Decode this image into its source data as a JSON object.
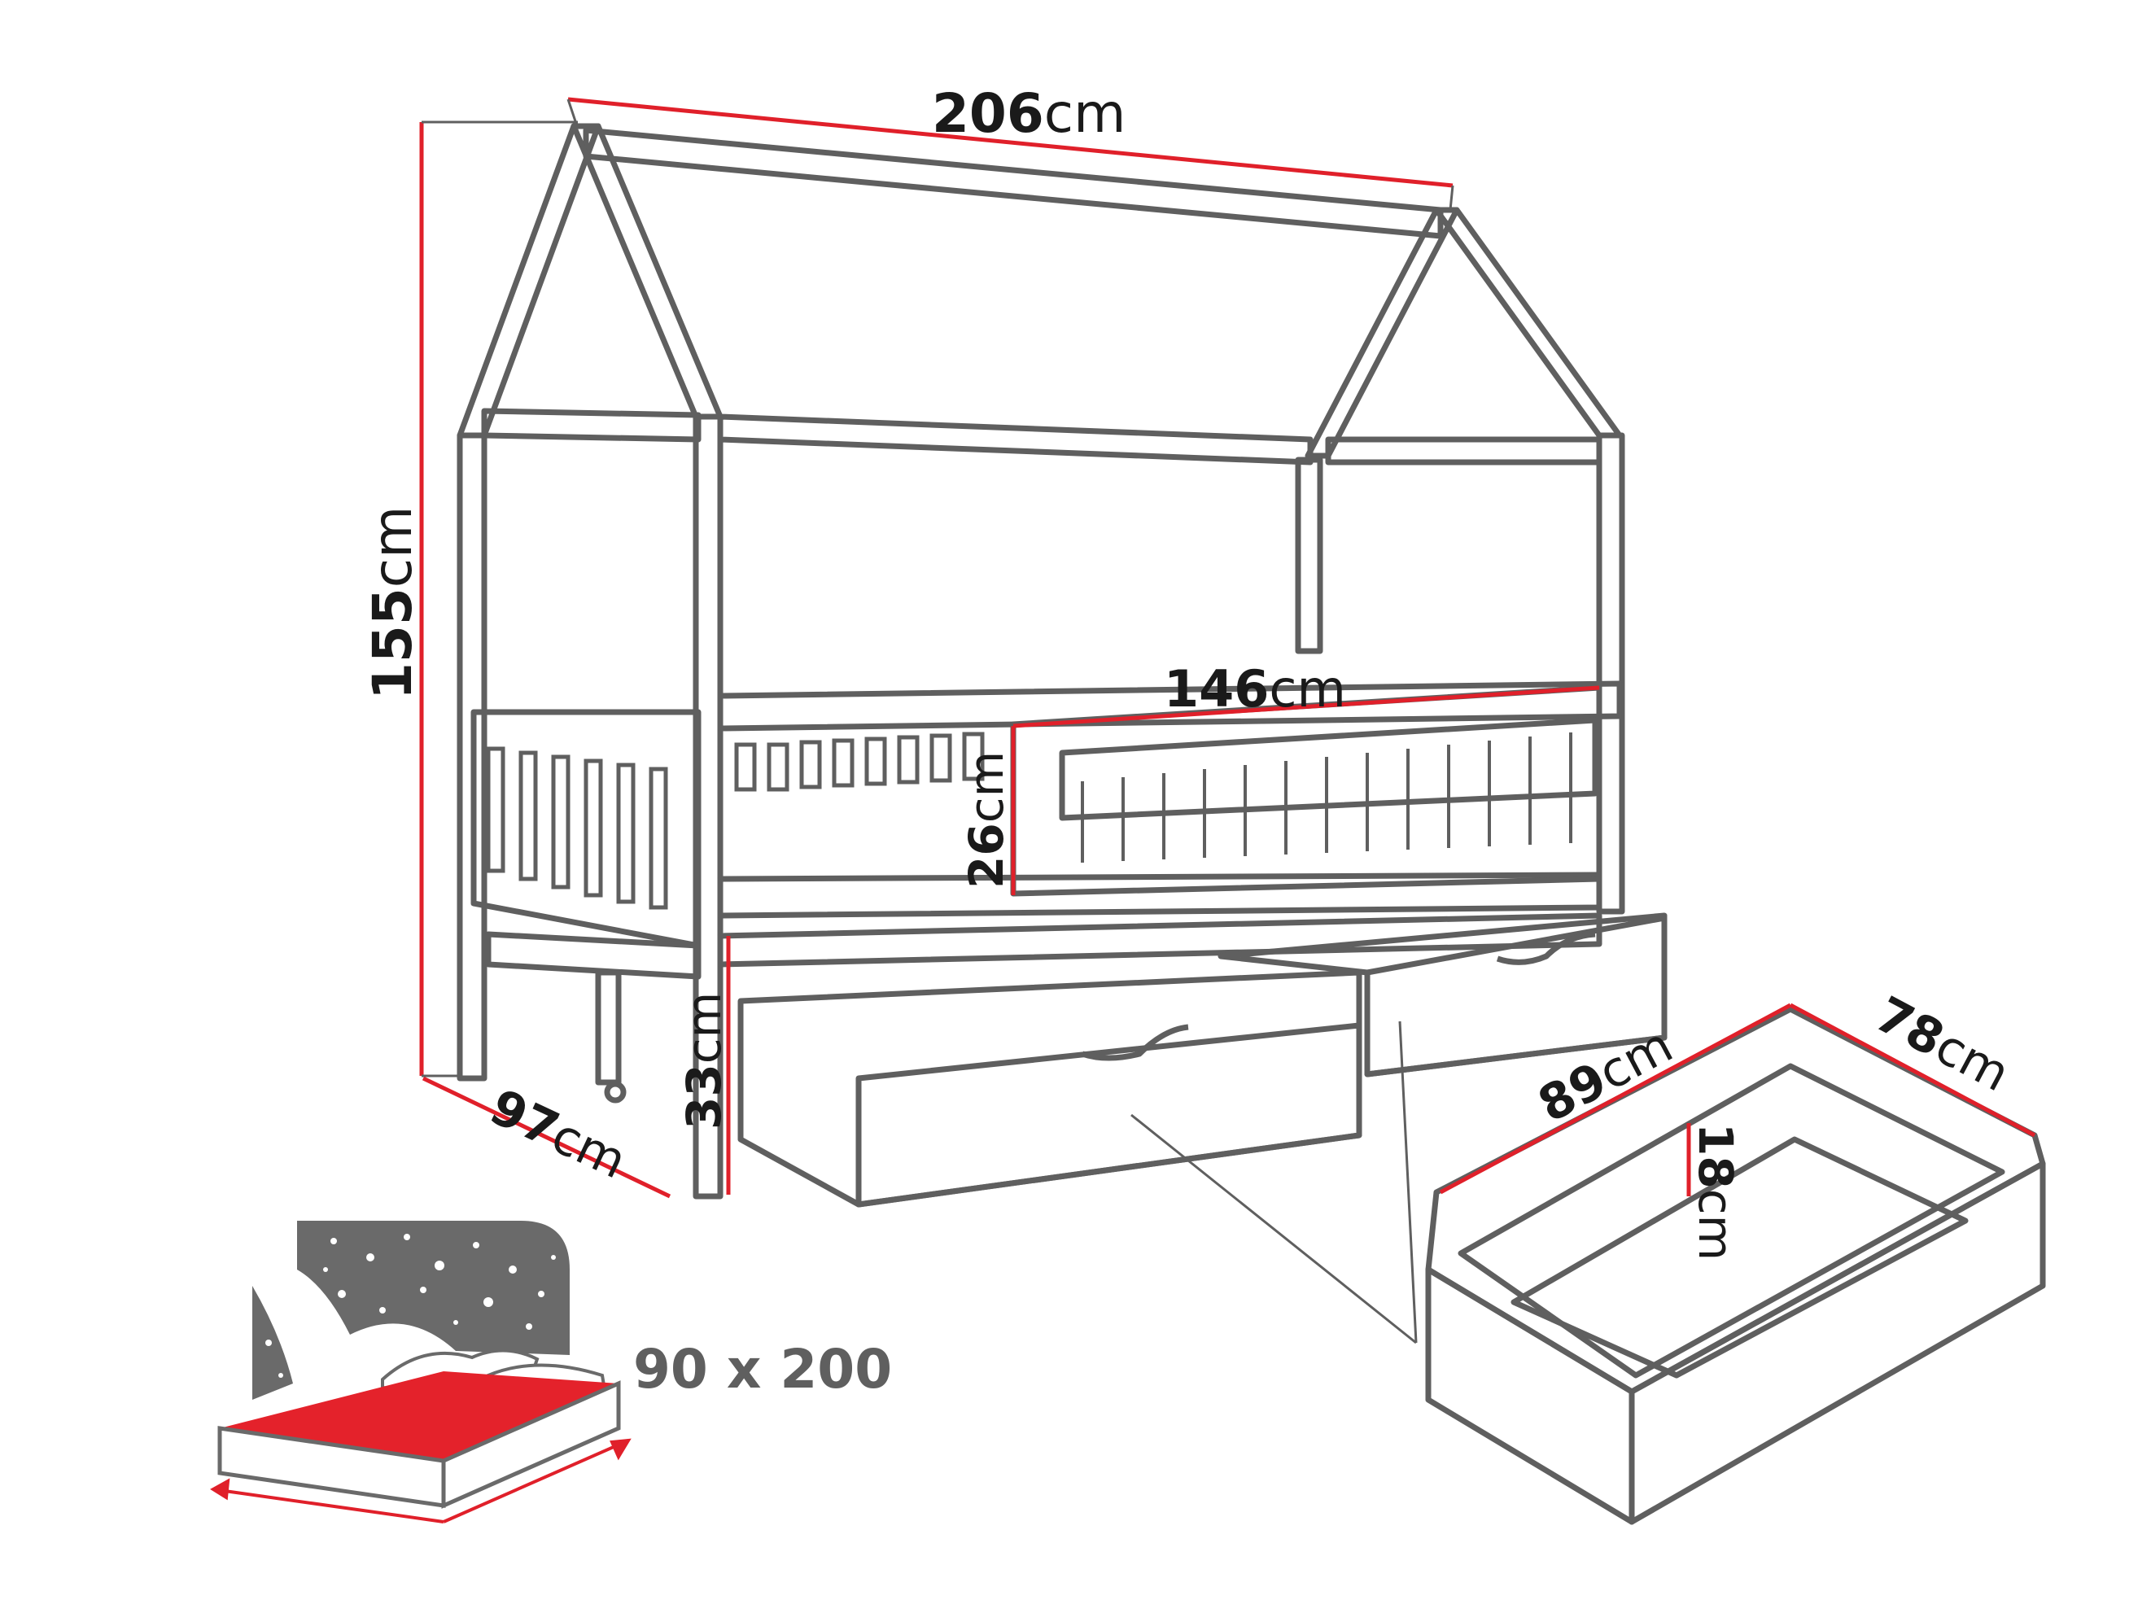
{
  "colors": {
    "outline": "#5f5f5f",
    "dimension_line": "#e0202a",
    "mattress_top": "#e4222b",
    "night_panel": "#6a6a6a",
    "text": "#1a1a1a"
  },
  "dimensions": {
    "length": {
      "value": "206",
      "unit": "cm"
    },
    "height": {
      "value": "155",
      "unit": "cm"
    },
    "depth": {
      "value": "97",
      "unit": "cm"
    },
    "rail_length": {
      "value": "146",
      "unit": "cm"
    },
    "rail_height": {
      "value": "26",
      "unit": "cm"
    },
    "clearance": {
      "value": "33",
      "unit": "cm"
    },
    "drawer_length": {
      "value": "89",
      "unit": "cm"
    },
    "drawer_width": {
      "value": "78",
      "unit": "cm"
    },
    "drawer_height": {
      "value": "18",
      "unit": "cm"
    }
  },
  "mattress": {
    "size_label": "90 x 200"
  }
}
